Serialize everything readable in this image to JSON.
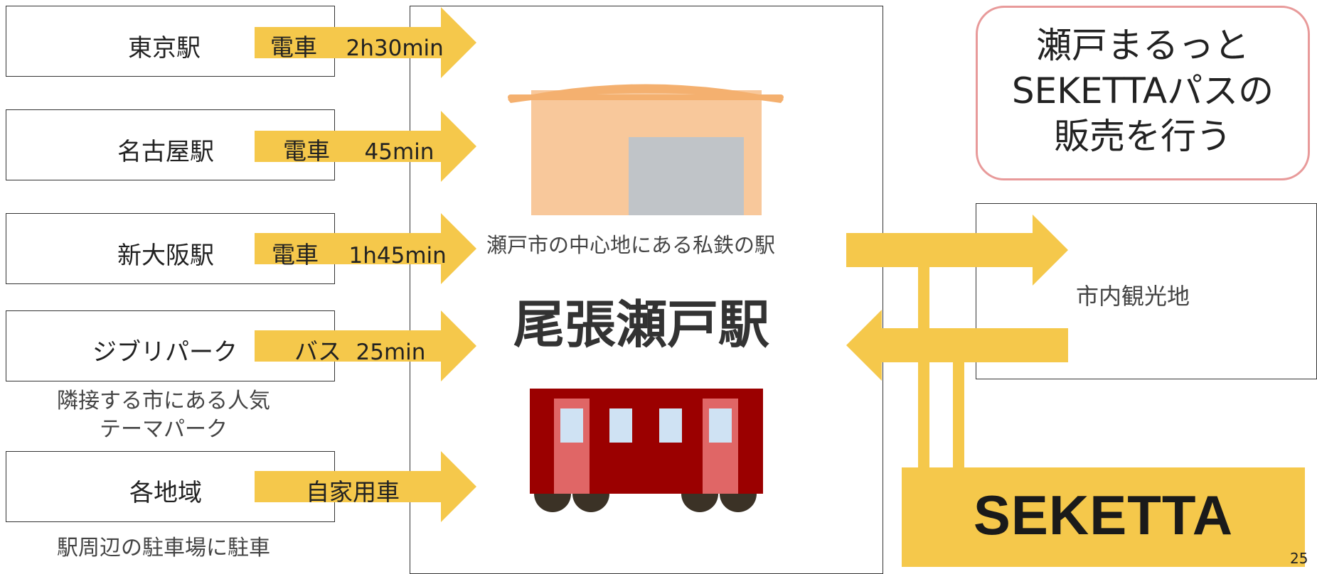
{
  "origins": [
    {
      "name": "東京駅",
      "mode": "電車",
      "time": "2h30min"
    },
    {
      "name": "名古屋駅",
      "mode": "電車",
      "time": "45min"
    },
    {
      "name": "新大阪駅",
      "mode": "電車",
      "time": "1h45min"
    },
    {
      "name": "ジブリパーク",
      "mode": "バス",
      "time": "25min"
    },
    {
      "name": "各地域",
      "mode": "自家用車",
      "time": ""
    }
  ],
  "notes": {
    "ghibli": "隣接する市にある人気\nテーマパーク",
    "parking": "駅周辺の駐車場に駐車"
  },
  "station": {
    "caption": "瀬戸市の中心地にある私鉄の駅",
    "name": "尾張瀬戸駅"
  },
  "callout": "瀬戸まるっと\nSEKETTAパスの\n販売を行う",
  "sightseeing": "市内観光地",
  "brand": "SEKETTA",
  "page_number": "25",
  "colors": {
    "arrow": "#f5c84b",
    "callout_border": "#e89a9a",
    "train_body": "#9b0000",
    "train_door": "#e06666",
    "train_window": "#cfe2f3",
    "wheel": "#3b3226",
    "building": "#f8c89b",
    "roof": "#f4b06f",
    "door_gray": "#c0c4c8"
  }
}
